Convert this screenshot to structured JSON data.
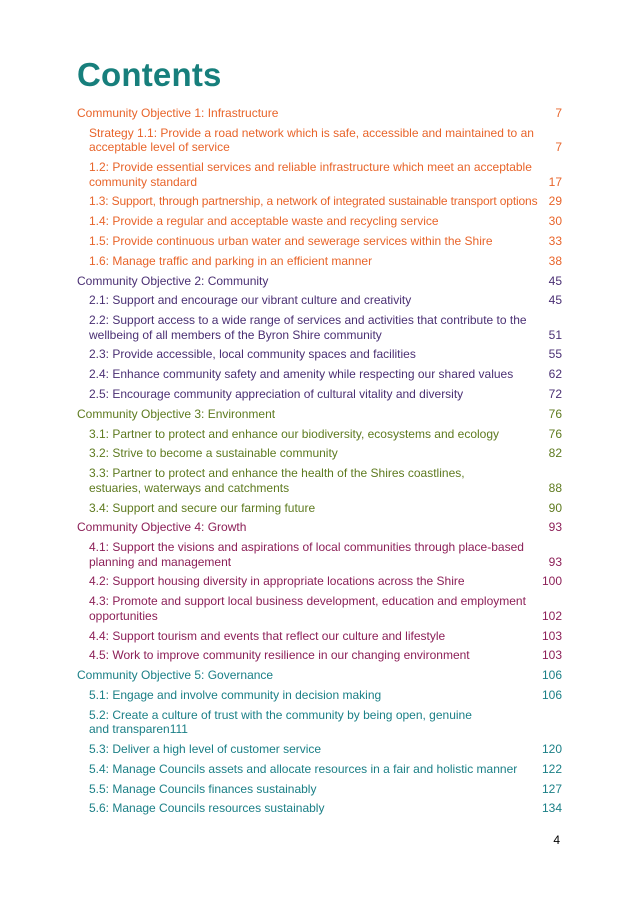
{
  "title": "Contents",
  "colors": {
    "objective1": "#e8642a",
    "objective2": "#4a2f73",
    "objective3": "#5e7a1f",
    "objective4": "#8c1f57",
    "objective5": "#1a7f86",
    "title": "#177f7c"
  },
  "toc": [
    {
      "text": "Community Objective 1: Infrastructure",
      "page": "7"
    },
    {
      "text": "Strategy 1.1: Provide a road network which is safe, accessible and maintained to an acceptable level of service",
      "page": "7"
    },
    {
      "text": "1.2: Provide essential services and reliable infrastructure which meet an acceptable community standard",
      "page": "17"
    },
    {
      "text": "1.3: Support, through partnership, a network of integrated sustainable transport options",
      "page": "29"
    },
    {
      "text": "1.4: Provide a regular and acceptable waste and recycling service",
      "page": "30"
    },
    {
      "text": "1.5: Provide continuous urban water and sewerage services within the Shire",
      "page": "33"
    },
    {
      "text": "1.6: Manage traffic and parking in an efficient manner",
      "page": "38"
    },
    {
      "text": "Community Objective 2: Community",
      "page": "45"
    },
    {
      "text": "2.1: Support and encourage our vibrant culture and creativity",
      "page": "45"
    },
    {
      "text": "2.2: Support access to a wide range of services and activities that contribute to the wellbeing of all members of the Byron Shire community",
      "page": "51"
    },
    {
      "text": "2.3: Provide accessible, local community spaces and facilities",
      "page": "55"
    },
    {
      "text": "2.4: Enhance community safety and amenity while respecting our shared values",
      "page": "62"
    },
    {
      "text": "2.5: Encourage community appreciation of cultural vitality and diversity",
      "page": "72"
    },
    {
      "text": "Community Objective 3: Environment",
      "page": "76"
    },
    {
      "text": "3.1: Partner to protect and enhance our biodiversity, ecosystems and ecology",
      "page": "76"
    },
    {
      "text": "3.2: Strive to become a sustainable community",
      "page": "82"
    },
    {
      "text": "3.3: Partner to protect and enhance the health of the Shires coastlines, estuaries, waterways and catchments",
      "page": "88"
    },
    {
      "text": "3.4: Support and secure our farming future",
      "page": "90"
    },
    {
      "text": "Community Objective 4: Growth",
      "page": "93"
    },
    {
      "text": "4.1: Support the visions and aspirations of local communities through place-based planning and management",
      "page": "93"
    },
    {
      "text": "4.2: Support housing diversity in appropriate locations across the Shire",
      "page": "100"
    },
    {
      "text": "4.3: Promote and support local business development, education and employment opportunities",
      "page": "102"
    },
    {
      "text": "4.4: Support tourism and events that reflect our culture and lifestyle",
      "page": "103"
    },
    {
      "text": "4.5: Work to improve community resilience in our changing environment",
      "page": "103"
    },
    {
      "text": "Community Objective 5: Governance",
      "page": "106"
    },
    {
      "text": "5.1: Engage and involve community in decision making",
      "page": "106"
    },
    {
      "text": "5.2: Create a culture of trust with the community by being open, genuine and transparen111",
      "page": ""
    },
    {
      "text": "5.3: Deliver a high level of customer service",
      "page": "120"
    },
    {
      "text": "5.4: Manage Councils assets and allocate resources in a fair and holistic manner",
      "page": "122"
    },
    {
      "text": "5.5: Manage Councils finances sustainably",
      "page": "127"
    },
    {
      "text": "5.6: Manage Councils resources sustainably",
      "page": "134"
    }
  ],
  "footer_page_number": "4"
}
